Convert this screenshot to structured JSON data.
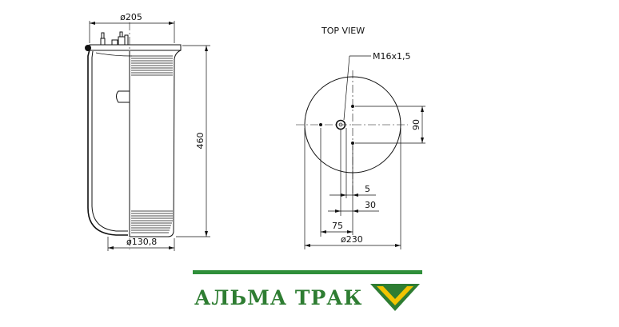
{
  "top_view_label": "TOP VIEW",
  "dimensions": {
    "top_diameter": "ø205",
    "height": "460",
    "bottom_diameter": "ø130,8",
    "thread": "M16x1,5",
    "bolt_spacing": "90",
    "offset_5": "5",
    "offset_30": "30",
    "offset_75": "75",
    "plate_diameter": "ø230"
  },
  "brand": {
    "name": "АЛЬМА ТРАК",
    "color": "#2e7d32",
    "logo_green": "#2e7d32",
    "logo_yellow": "#f2c400"
  }
}
